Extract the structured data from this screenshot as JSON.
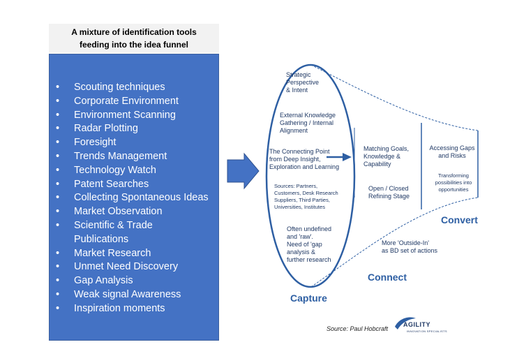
{
  "header": {
    "title_line1": "A mixture of identification tools",
    "title_line2": "feeding into the idea funnel"
  },
  "tools": [
    "Scouting techniques",
    "Corporate Environment",
    "Environment Scanning",
    "Radar Plotting",
    "Foresight",
    "Trends Management",
    "Technology Watch",
    "Patent Searches",
    "Collecting Spontaneous Ideas",
    "Market Observation",
    "Scientific & Trade Publications",
    "Market Research",
    "Unmet Need Discovery",
    "Gap Analysis",
    "Weak signal Awareness",
    "Inspiration moments"
  ],
  "funnel": {
    "capture": {
      "strategic": [
        "Strategic",
        "Perspective",
        "& Intent"
      ],
      "external": [
        "External Knowledge",
        "Gathering / Internal",
        "Alignment"
      ],
      "connecting": [
        "The Connecting Point",
        "from Deep Insight,",
        "Exploration and Learning"
      ],
      "sources": [
        "Sources: Partners,",
        "Customers, Desk Research",
        "Suppliers, Third Parties,",
        "Universities, Institutes"
      ],
      "undefined": [
        "Often undefined",
        "and 'raw'.",
        "Need of 'gap",
        "analysis &",
        "further research"
      ],
      "label": "Capture"
    },
    "connect": {
      "matching": [
        "Matching Goals,",
        "Knowledge &",
        "Capability"
      ],
      "open_closed": [
        "Open / Closed",
        "Refining Stage"
      ],
      "outside_in": [
        "More 'Outside-In'",
        "as BD set of actions"
      ],
      "label": "Connect"
    },
    "convert": {
      "gaps": [
        "Accessing Gaps",
        "and Risks"
      ],
      "transforming": [
        "Transforming",
        "possibilities into",
        "opportunities"
      ],
      "label": "Convert"
    }
  },
  "source_text": "Source: Paul Hobcraft",
  "logo": {
    "name": "AGILITY",
    "tagline": "INNOVATION SPECIALISTS"
  },
  "colors": {
    "panel": "#4472c4",
    "funnel_line": "#2e5fa3",
    "arrow": "#4472c4"
  }
}
